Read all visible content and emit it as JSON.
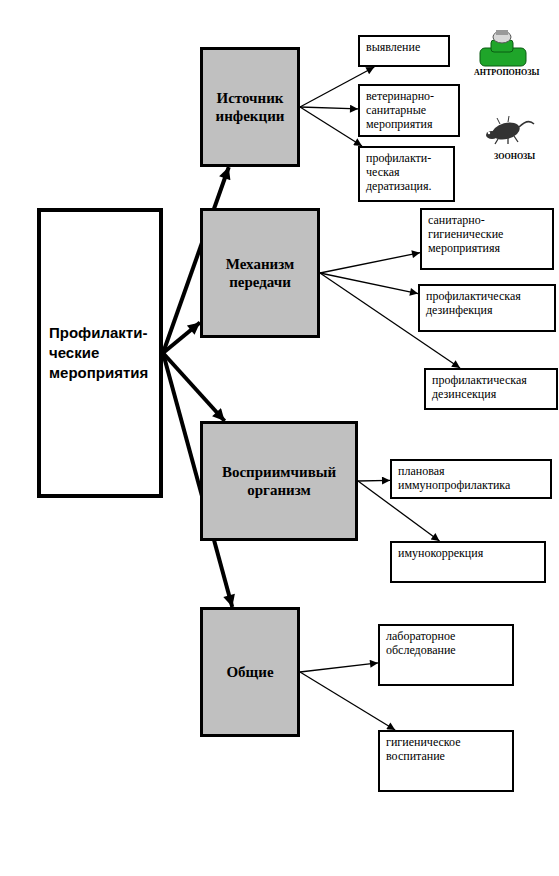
{
  "diagram": {
    "nodes": [
      {
        "text": [
          "Профилакти- ческие мероприятия"
        ]
      },
      {
        "text": [
          "Источник инфекции"
        ]
      },
      {
        "text": [
          "выявление"
        ]
      },
      {
        "text": [
          "ветеринарно- санитарные мероприятия"
        ]
      },
      {
        "text": [
          "профилакти- ческая дератизация."
        ]
      },
      {
        "text": [
          "Механизм передачи"
        ]
      },
      {
        "text": [
          "санитарно- гигиенические мероприятияя"
        ]
      },
      {
        "text": [
          "профилактическая дезинфекция"
        ]
      },
      {
        "text": [
          "профилактическая дезинсекция"
        ]
      },
      {
        "text": [
          "Восприимчивый организм"
        ]
      },
      {
        "text": [
          "плановая иммунопрофилактика"
        ]
      },
      {
        "text": [
          "имунокоррекция"
        ]
      },
      {
        "text": [
          "Общие"
        ]
      },
      {
        "text": [
          "лабораторное обследование"
        ]
      },
      {
        "text": [
          "гигиеническое воспитание"
        ]
      }
    ],
    "edges": [
      {
        "from": 0,
        "to": 1,
        "arrow": "to"
      },
      {
        "from": 0,
        "to": 5,
        "arrow": "to"
      },
      {
        "from": 0,
        "to": 9,
        "arrow": "to"
      },
      {
        "from": 0,
        "to": 12,
        "arrow": "to"
      },
      {
        "from": 1,
        "to": 2,
        "arrow": "to"
      },
      {
        "from": 1,
        "to": 3,
        "arrow": "to"
      },
      {
        "from": 1,
        "to": 4,
        "arrow": "to"
      },
      {
        "from": 5,
        "to": 6,
        "arrow": "to"
      },
      {
        "from": 5,
        "to": 7,
        "arrow": "to"
      },
      {
        "from": 5,
        "to": 8,
        "arrow": "to"
      },
      {
        "from": 9,
        "to": 10,
        "arrow": "to"
      },
      {
        "from": 9,
        "to": 11,
        "arrow": "to"
      },
      {
        "from": 12,
        "to": 13,
        "arrow": "to"
      },
      {
        "from": 12,
        "to": 14,
        "arrow": "to"
      }
    ],
    "labels": [
      "АНТРОПОНОЗЫ",
      "ЗООНОЗЫ"
    ]
  }
}
